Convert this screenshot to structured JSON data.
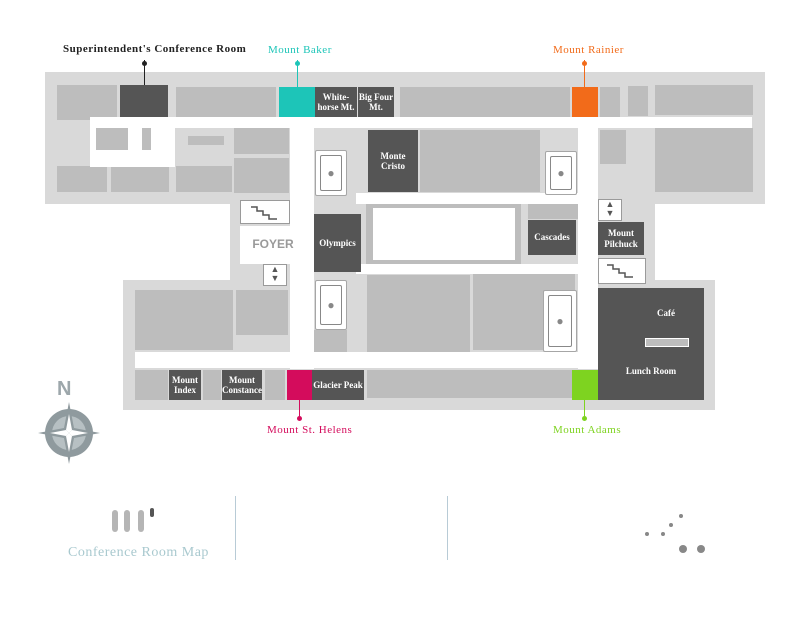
{
  "map": {
    "callouts": {
      "superintendent": {
        "label": "Superintendent's Conference Room",
        "color": "#222222"
      },
      "baker": {
        "label": "Mount Baker",
        "color": "#1dc5b8"
      },
      "rainier": {
        "label": "Mount Rainier",
        "color": "#f26b1a"
      },
      "helens": {
        "label": "Mount St. Helens",
        "color": "#d40c5c"
      },
      "adams": {
        "label": "Mount Adams",
        "color": "#7ed320"
      }
    },
    "rooms": {
      "whitehorse": "White-horse Mt.",
      "bigfour": "Big Four Mt.",
      "montecristo": "Monte Cristo",
      "olympics": "Olympics",
      "cascades": "Cascades",
      "pilchuck": "Mount Pilchuck",
      "cafe": "Café",
      "lunchroom": "Lunch Room",
      "index": "Mount Index",
      "constance": "Mount Constance",
      "glacier": "Glacier Peak",
      "foyer": "FOYER"
    },
    "compass_letter": "N"
  },
  "footer": {
    "title": "Conference Room Map"
  },
  "colors": {
    "floor": "#d9d9d9",
    "room": "#bdbdbd",
    "dark_room": "#555555",
    "corridor": "#ffffff"
  }
}
